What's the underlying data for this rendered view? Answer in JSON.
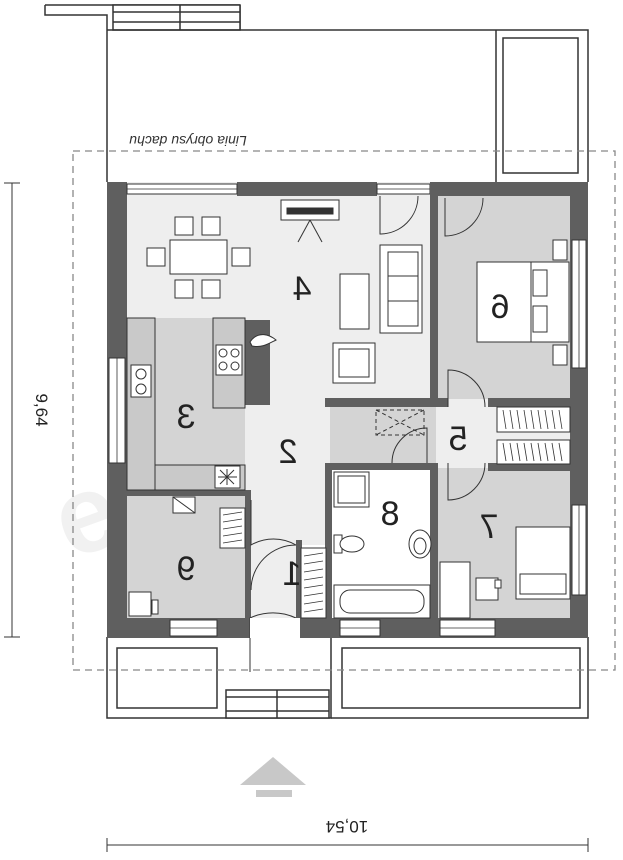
{
  "plan": {
    "roof_line_label": "Linia obrysu dachu",
    "width_dimension": "10,54",
    "depth_dimension": "9,64",
    "watermark": "extradom",
    "rooms": [
      {
        "number": "1"
      },
      {
        "number": "2"
      },
      {
        "number": "3"
      },
      {
        "number": "4"
      },
      {
        "number": "5"
      },
      {
        "number": "6"
      },
      {
        "number": "7"
      },
      {
        "number": "8"
      },
      {
        "number": "9"
      }
    ]
  },
  "colors": {
    "wall": "#5f5f5f",
    "room_fill": "#d4d4d4",
    "light_floor": "#eeeeee",
    "line": "#333333",
    "dashed": "#888888"
  }
}
